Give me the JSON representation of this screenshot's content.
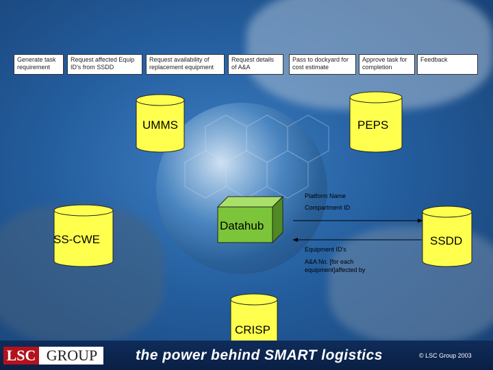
{
  "process_steps": [
    "Generate task requirement",
    "Request affected Equip ID's from SSDD",
    "Request availability of replacement equipment",
    "Request details of A&A",
    "Pass to dockyard for cost estimate",
    "Approve task for completion",
    "Feedback"
  ],
  "systems": {
    "umms": "UMMS",
    "peps": "PEPS",
    "sscwe": "SS-CWE",
    "datahub": "Datahub",
    "ssdd": "SSDD",
    "crisp": "CRISP"
  },
  "flows": {
    "to_ssdd": [
      "Platform Name",
      "Compartment ID"
    ],
    "from_ssdd": [
      "Equipment ID's",
      "A&A No. [for each equipment]affected by"
    ]
  },
  "footer": {
    "logo_lsc": "LSC",
    "logo_group": "GROUP",
    "tagline": "the power behind SMART logistics",
    "copyright": "© LSC Group 2003"
  },
  "colors": {
    "cylinder_fill": "#ffff4d",
    "datahub_fill": "#7cc43a",
    "footer_bg": "#0f2c5a",
    "logo_red": "#b3121e"
  }
}
